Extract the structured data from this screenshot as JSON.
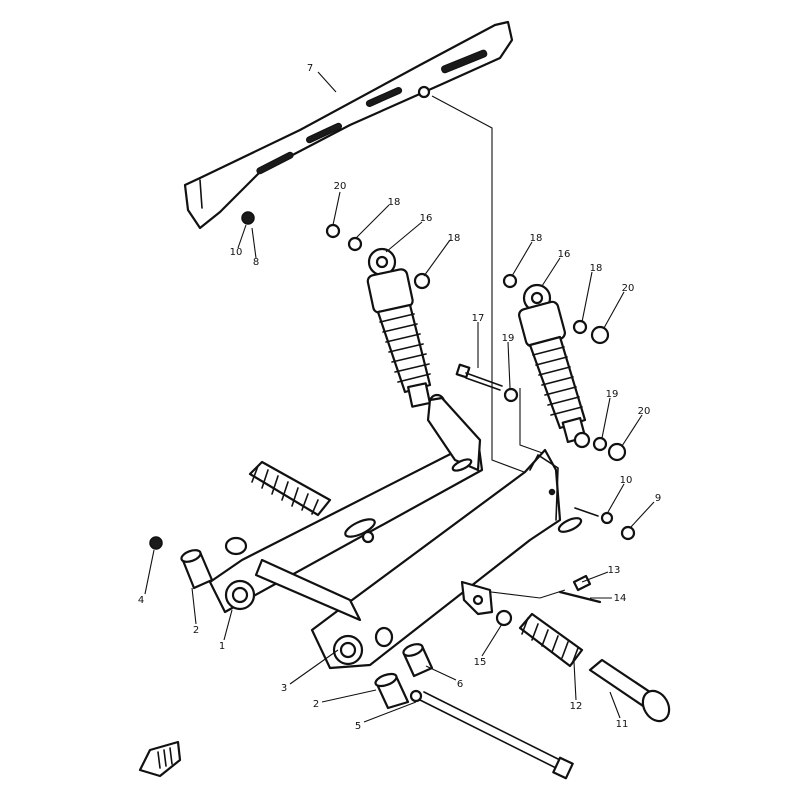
{
  "figure": {
    "callouts": [
      {
        "id": "c7a",
        "label": "7"
      },
      {
        "id": "c10a",
        "label": "10"
      },
      {
        "id": "c8a",
        "label": "8"
      },
      {
        "id": "c20a",
        "label": "20"
      },
      {
        "id": "c18a",
        "label": "18"
      },
      {
        "id": "c16a",
        "label": "16"
      },
      {
        "id": "c18b",
        "label": "18"
      },
      {
        "id": "c18c",
        "label": "18"
      },
      {
        "id": "c16b",
        "label": "16"
      },
      {
        "id": "c18d",
        "label": "18"
      },
      {
        "id": "c20b",
        "label": "20"
      },
      {
        "id": "c17",
        "label": "17"
      },
      {
        "id": "c19a",
        "label": "19"
      },
      {
        "id": "c19b",
        "label": "19"
      },
      {
        "id": "c20c",
        "label": "20"
      },
      {
        "id": "c10b",
        "label": "10"
      },
      {
        "id": "c9",
        "label": "9"
      },
      {
        "id": "c4",
        "label": "4"
      },
      {
        "id": "c2a",
        "label": "2"
      },
      {
        "id": "c1",
        "label": "1"
      },
      {
        "id": "c13",
        "label": "13"
      },
      {
        "id": "c14",
        "label": "14"
      },
      {
        "id": "c3",
        "label": "3"
      },
      {
        "id": "c6",
        "label": "6"
      },
      {
        "id": "c15",
        "label": "15"
      },
      {
        "id": "c12",
        "label": "12"
      },
      {
        "id": "c11",
        "label": "11"
      },
      {
        "id": "c2b",
        "label": "2"
      },
      {
        "id": "c5",
        "label": "5"
      }
    ]
  }
}
